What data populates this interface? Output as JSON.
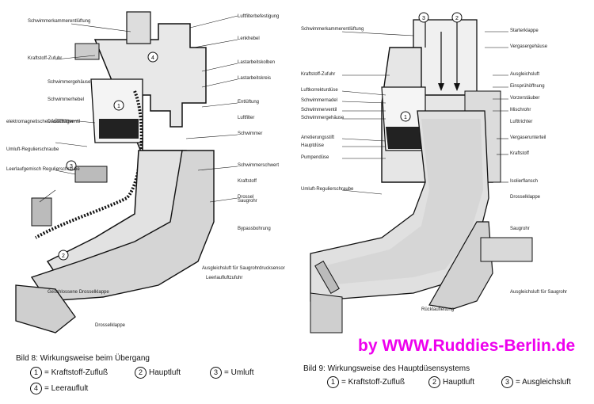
{
  "left": {
    "caption": "Bild 8: Wirkungsweise beim Übergang",
    "legend": [
      {
        "num": "1",
        "text": "= Kraftstoff-Zufluß"
      },
      {
        "num": "2",
        "text": "Hauptluft"
      },
      {
        "num": "3",
        "text": "= Umluft"
      },
      {
        "num": "4",
        "text": "= Leerauflult"
      }
    ],
    "labels": [
      "Schwimmerkammerentlüftung",
      "Kraftstoff-Zufuhr",
      "Luftfilterbefestigung",
      "Lenkhebel",
      "Lastarbeitskolben",
      "Lastarbeitskreis",
      "Entlüftung",
      "Schwimmergehäuse",
      "Schwimmerhebel",
      "Schwimmer",
      "Schwimmerschwert",
      "Düsenträger",
      "Luftfilter",
      "Drossel",
      "Geschlossene Drosselklappe",
      "Kraftstoff",
      "Bypassbohrung",
      "Saugrohr",
      "Umluft-Regulierschraube",
      "Leerlaufgemisch Regulierschraube",
      "elektromagnetisches Abschaltventil",
      "Ausgleichsluft für Saugrohrdrucksensor",
      "Drosselklappe",
      "Leerlaufluftzufuhr"
    ]
  },
  "right": {
    "caption": "Bild 9: Wirkungsweise des Hauptdüsensystems",
    "legend": [
      {
        "num": "1",
        "text": "= Kraftstoff-Zufluß"
      },
      {
        "num": "2",
        "text": "Hauptluft"
      },
      {
        "num": "3",
        "text": "= Ausgleichsluft"
      }
    ],
    "labels": [
      "Schwimmerkammerentlüftung",
      "Kraftstoff-Zufuhr",
      "Luftkorrekturdüse",
      "Schwimmernadel",
      "Schwimmerventil",
      "Schwimmergehäuse",
      "Arretierungsstift",
      "Hauptdüse",
      "Pumpendüse",
      "Umluft-Regulierschraube",
      "Starterklappe",
      "Vergasergehäuse",
      "Ausgleichsluft",
      "Einsprühöffnung",
      "Vorzerstäuber",
      "Mischrohr",
      "Lufttrichter",
      "Vergaserunterteil",
      "Kraftstoff",
      "Isolierflansch",
      "Drosselklappe",
      "Saugrohr",
      "Rücklaufleitung",
      "Ausgleichsluft für Saugrohr"
    ]
  },
  "watermark": "by WWW.Ruddies-Berlin.de"
}
